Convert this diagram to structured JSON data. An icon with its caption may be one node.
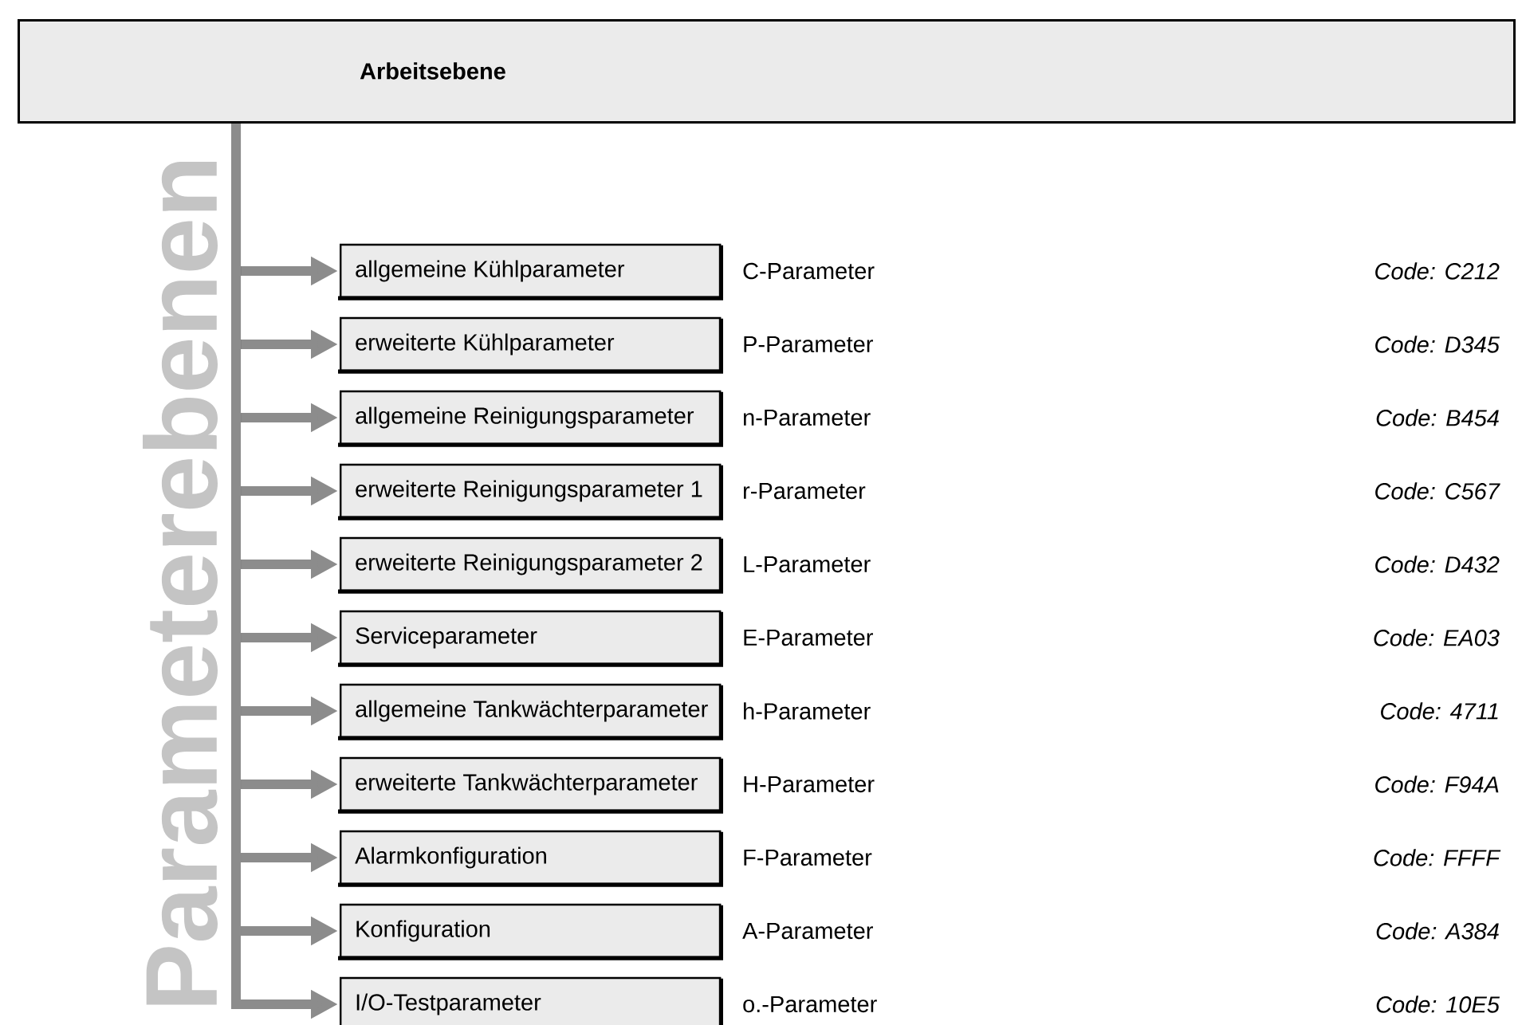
{
  "diagram": {
    "nodes": [
      {
        "text": [
          "Arbeitsebene"
        ]
      },
      {
        "text": [
          "allgemeine Kühlparameter"
        ],
        "beside": [
          "C-Parameter"
        ]
      },
      {
        "text": [
          "erweiterte Kühlparameter"
        ],
        "beside": [
          "P-Parameter"
        ]
      },
      {
        "text": [
          "allgemeine Reinigungsparameter"
        ],
        "beside": [
          "n-Parameter"
        ]
      },
      {
        "text": [
          "erweiterte Reinigungsparameter 1"
        ],
        "beside": [
          "r-Parameter"
        ]
      },
      {
        "text": [
          "erweiterte Reinigungsparameter 2"
        ],
        "beside": [
          "L-Parameter"
        ]
      },
      {
        "text": [
          "Serviceparameter"
        ],
        "beside": [
          "E-Parameter"
        ]
      },
      {
        "text": [
          "allgemeine Tankwächterparameter"
        ],
        "beside": [
          "h-Parameter"
        ]
      },
      {
        "text": [
          "erweiterte Tankwächterparameter"
        ],
        "beside": [
          "H-Parameter"
        ]
      },
      {
        "text": [
          "Alarmkonfiguration"
        ],
        "beside": [
          "F-Parameter"
        ]
      },
      {
        "text": [
          "Konfiguration"
        ],
        "beside": [
          "A-Parameter"
        ]
      },
      {
        "text": [
          "I/O-Testparameter"
        ],
        "beside": [
          "o.-Parameter"
        ]
      }
    ],
    "edges": [
      {
        "from": 0,
        "to": 1,
        "arrow": "to"
      },
      {
        "from": 0,
        "to": 2,
        "arrow": "to"
      },
      {
        "from": 0,
        "to": 3,
        "arrow": "to"
      },
      {
        "from": 0,
        "to": 4,
        "arrow": "to"
      },
      {
        "from": 0,
        "to": 5,
        "arrow": "to"
      },
      {
        "from": 0,
        "to": 6,
        "arrow": "to"
      },
      {
        "from": 0,
        "to": 7,
        "arrow": "to"
      },
      {
        "from": 0,
        "to": 8,
        "arrow": "to"
      },
      {
        "from": 0,
        "to": 9,
        "arrow": "to"
      },
      {
        "from": 0,
        "to": 10,
        "arrow": "to"
      },
      {
        "from": 0,
        "to": 11,
        "arrow": "to"
      }
    ],
    "labels": [
      "Parameterebenen",
      "Code: C212",
      "Code: D345",
      "Code: B454",
      "Code: C567",
      "Code: D432",
      "Code: EA03",
      "Code: 4711",
      "Code: F94A",
      "Code: FFFF",
      "Code: A384",
      "Code: 10E5"
    ]
  }
}
